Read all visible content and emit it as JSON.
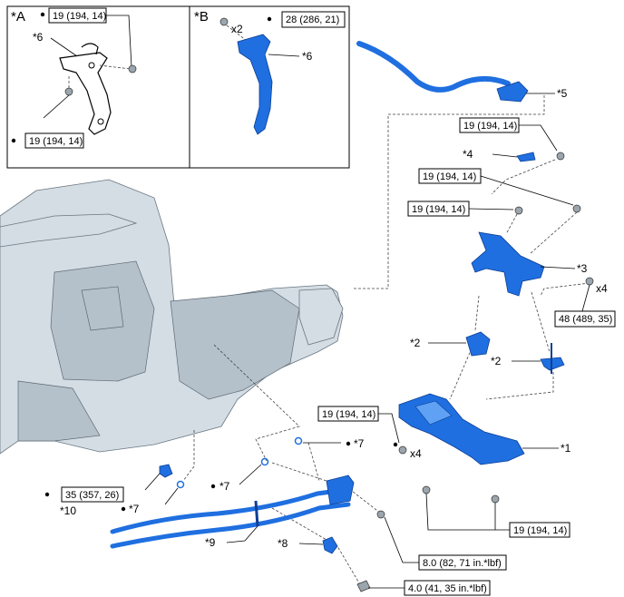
{
  "panels": {
    "a": {
      "marker": "*A",
      "callouts": [
        "*6"
      ],
      "torques": [
        "19 (194, 14)",
        "19 (194, 14)"
      ]
    },
    "b": {
      "marker": "*B",
      "callouts": [
        "*6"
      ],
      "torques": [
        "28 (286, 21)"
      ],
      "count": "x2"
    }
  },
  "callouts": {
    "c1": "*1",
    "c2a": "*2",
    "c2b": "*2",
    "c3": "*3",
    "c4": "*4",
    "c5": "*5",
    "c7a": "*7",
    "c7b": "*7",
    "c7c": "*7",
    "c8": "*8",
    "c9": "*9",
    "c10": "*10"
  },
  "torques": {
    "t_mid1": "19 (194, 14)",
    "t_mid2": "19 (194, 14)",
    "t_mid3": "19 (194, 14)",
    "t_48": "48 (489, 35)",
    "t_left": "19 (194, 14)",
    "t_bottom": "19 (194, 14)",
    "t_35": "35 (357, 26)",
    "t_80": "8.0 (82, 71 in.*lbf)",
    "t_40": "4.0 (41, 35 in.*lbf)"
  },
  "counts": {
    "x4a": "x4",
    "x4b": "x4"
  },
  "colors": {
    "part": "#1f6fe0",
    "engine": "#d4dde4"
  }
}
